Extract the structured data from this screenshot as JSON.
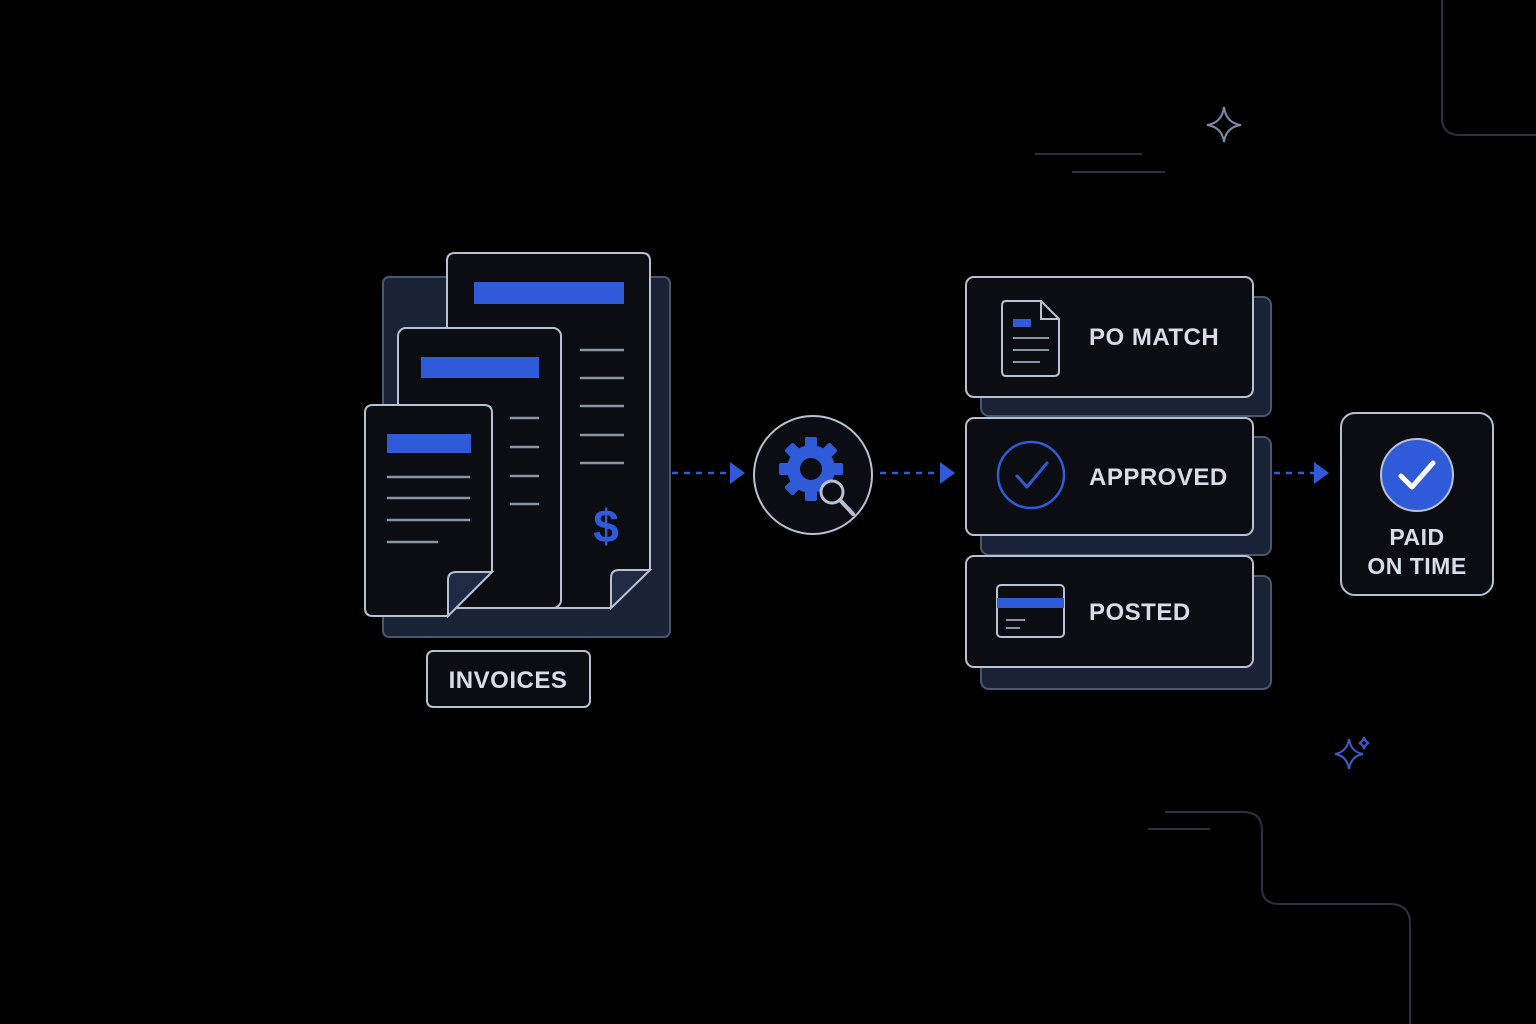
{
  "invoices": {
    "label": "INVOICES",
    "currency_symbol": "$"
  },
  "processing": {
    "icon": "gear-magnifier-icon"
  },
  "steps": [
    {
      "label": "PO MATCH",
      "icon": "document-icon"
    },
    {
      "label": "APPROVED",
      "icon": "check-circle-icon"
    },
    {
      "label": "POSTED",
      "icon": "card-icon"
    }
  ],
  "result": {
    "line1": "PAID",
    "line2": "ON TIME",
    "icon": "check-badge-icon"
  },
  "colors": {
    "background": "#000000",
    "accent": "#2f5bd8",
    "outline": "#b8c1d4",
    "panel": "#0b0d12",
    "shadow_panel": "#1a2236",
    "text": "#d9dde6"
  }
}
